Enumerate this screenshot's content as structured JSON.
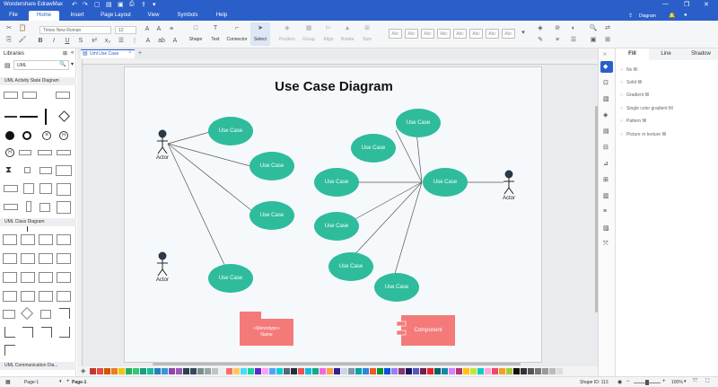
{
  "app": {
    "title": "Wondershare EdrawMax",
    "user": "Diagram"
  },
  "menu": [
    "File",
    "Home",
    "Insert",
    "Page Layout",
    "View",
    "Symbols",
    "Help"
  ],
  "ribbon": {
    "font_name": "Times New Roman",
    "font_size": "12",
    "tools": [
      "Shape",
      "Text",
      "Connector",
      "Select"
    ],
    "tools_disabled": [
      "Position",
      "Group",
      "Align",
      "Rotate",
      "Size"
    ],
    "style_sample": "Abc"
  },
  "libraries": {
    "title": "Libraries",
    "search_value": "UML",
    "sections": [
      "UML Activity State Diagram",
      "UML Class Diagram",
      "UML Communication Dia..."
    ]
  },
  "doc_tab": "Uml Use Case",
  "diagram": {
    "title": "Use Case Diagram",
    "usecase_label": "Use Case",
    "actor_label": "Actor",
    "stereotype_line1": "«Stereotype»",
    "stereotype_line2": "Name",
    "component_label": "Component",
    "colors": {
      "usecase": "#2ebc9c",
      "package": "#f47a7a",
      "line": "#555555"
    }
  },
  "right_panel": {
    "tabs": [
      "Fill",
      "Line",
      "Shadow"
    ],
    "fill_options": [
      "No fill",
      "Solid fill",
      "Gradient fill",
      "Single color gradient fill",
      "Pattern fill",
      "Picture or texture fill"
    ]
  },
  "status": {
    "page_selector": "Page-1",
    "page_tab": "Page-1",
    "shape_id": "Shape ID: 113",
    "zoom": "100%"
  }
}
